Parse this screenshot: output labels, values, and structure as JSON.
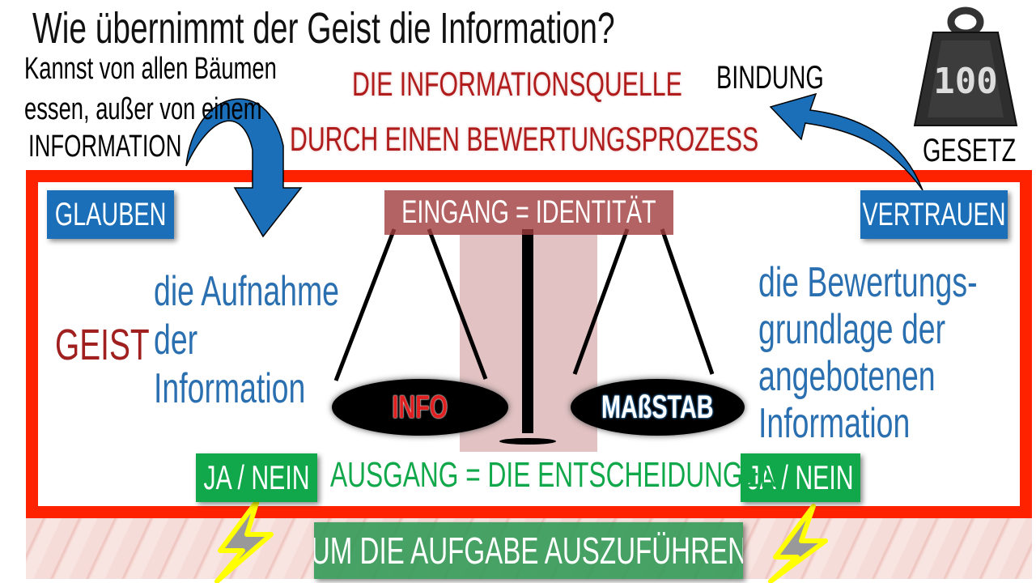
{
  "title": "Wie übernimmt der Geist die Information?",
  "left_note": {
    "line1": "Kannst von allen Bäumen",
    "line2": "essen, außer von einem",
    "line3": "INFORMATION"
  },
  "source_label": "DIE INFORMATIONSQUELLE",
  "process_label": "DURCH EINEN BEWERTUNGSPROZESS",
  "binding_label": "BINDUNG",
  "weight": {
    "value": "100",
    "label": "GESETZ"
  },
  "glauben": "GLAUBEN",
  "vertrauen": "VERTRAUEN",
  "eingang": "EINGANG = IDENTITÄT",
  "geist": "GEIST",
  "left_desc": [
    "die Aufnahme",
    "der",
    "Information"
  ],
  "right_desc": [
    "die Bewertungs-",
    "grundlage der",
    "angebotenen",
    "Information"
  ],
  "info_pan": "INFO",
  "massstab_pan": "MAßSTAB",
  "ja_nein_left": "JA / NEIN",
  "ja_nein_right": "JA / NEIN",
  "ausgang": "AUSGANG = DIE ENTSCHEIDUNGEN",
  "task": "UM DIE AUFGABE AUSZUFÜHREN",
  "colors": {
    "frame": "#ff2200",
    "blue": "#1a6fb8",
    "green": "#10a84a",
    "red_text": "#b01c1c"
  }
}
